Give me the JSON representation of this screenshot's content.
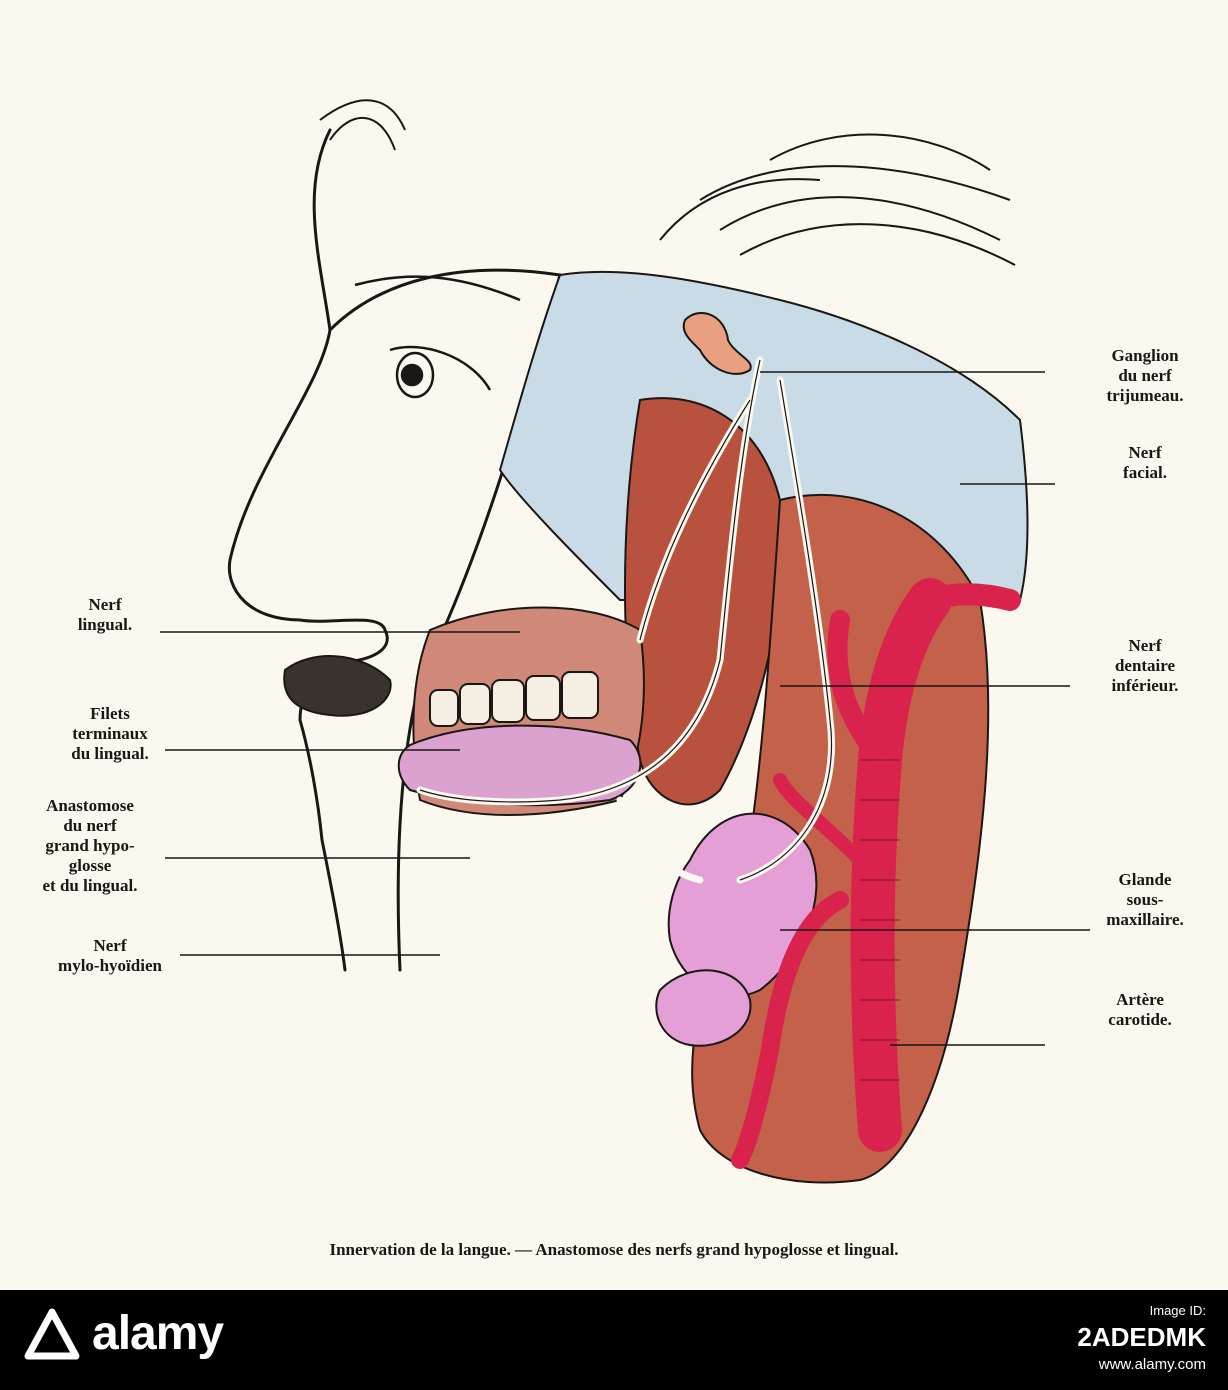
{
  "labels_left": [
    {
      "id": "lingual",
      "text": "Nerf\nlingual."
    },
    {
      "id": "filets",
      "text": "Filets\nterminaux\ndu lingual."
    },
    {
      "id": "anastomose",
      "text": "Anastomose\ndu nerf\ngrand hypo-\nglosse\net du lingual."
    },
    {
      "id": "mylo",
      "text": "Nerf\nmylo-hyoïdien"
    }
  ],
  "labels_right": [
    {
      "id": "ganglion",
      "text": "Ganglion\ndu nerf\ntrijumeau."
    },
    {
      "id": "facial",
      "text": "Nerf\nfacial."
    },
    {
      "id": "dentaire",
      "text": "Nerf\ndentaire\ninférieur."
    },
    {
      "id": "glande",
      "text": "Glande\nsous-\nmaxillaire."
    },
    {
      "id": "carotide",
      "text": "Artère\ncarotide."
    }
  ],
  "caption": "Innervation de la langue. — Anastomose des nerfs grand hypoglosse et lingual.",
  "watermark": {
    "brand": "alamy",
    "image_id_label": "Image ID:",
    "image_id": "2ADEDMK",
    "site": "www.alamy.com"
  },
  "colors": {
    "paper": "#fbf8f0",
    "ink": "#1a1714",
    "artery": "#d9224c",
    "muscle": "#b8523f",
    "gland": "#e4a0d6",
    "tongue": "#dca2cf",
    "nerve": "#fbf8f0",
    "skin_cut": "#c9dbe6"
  }
}
